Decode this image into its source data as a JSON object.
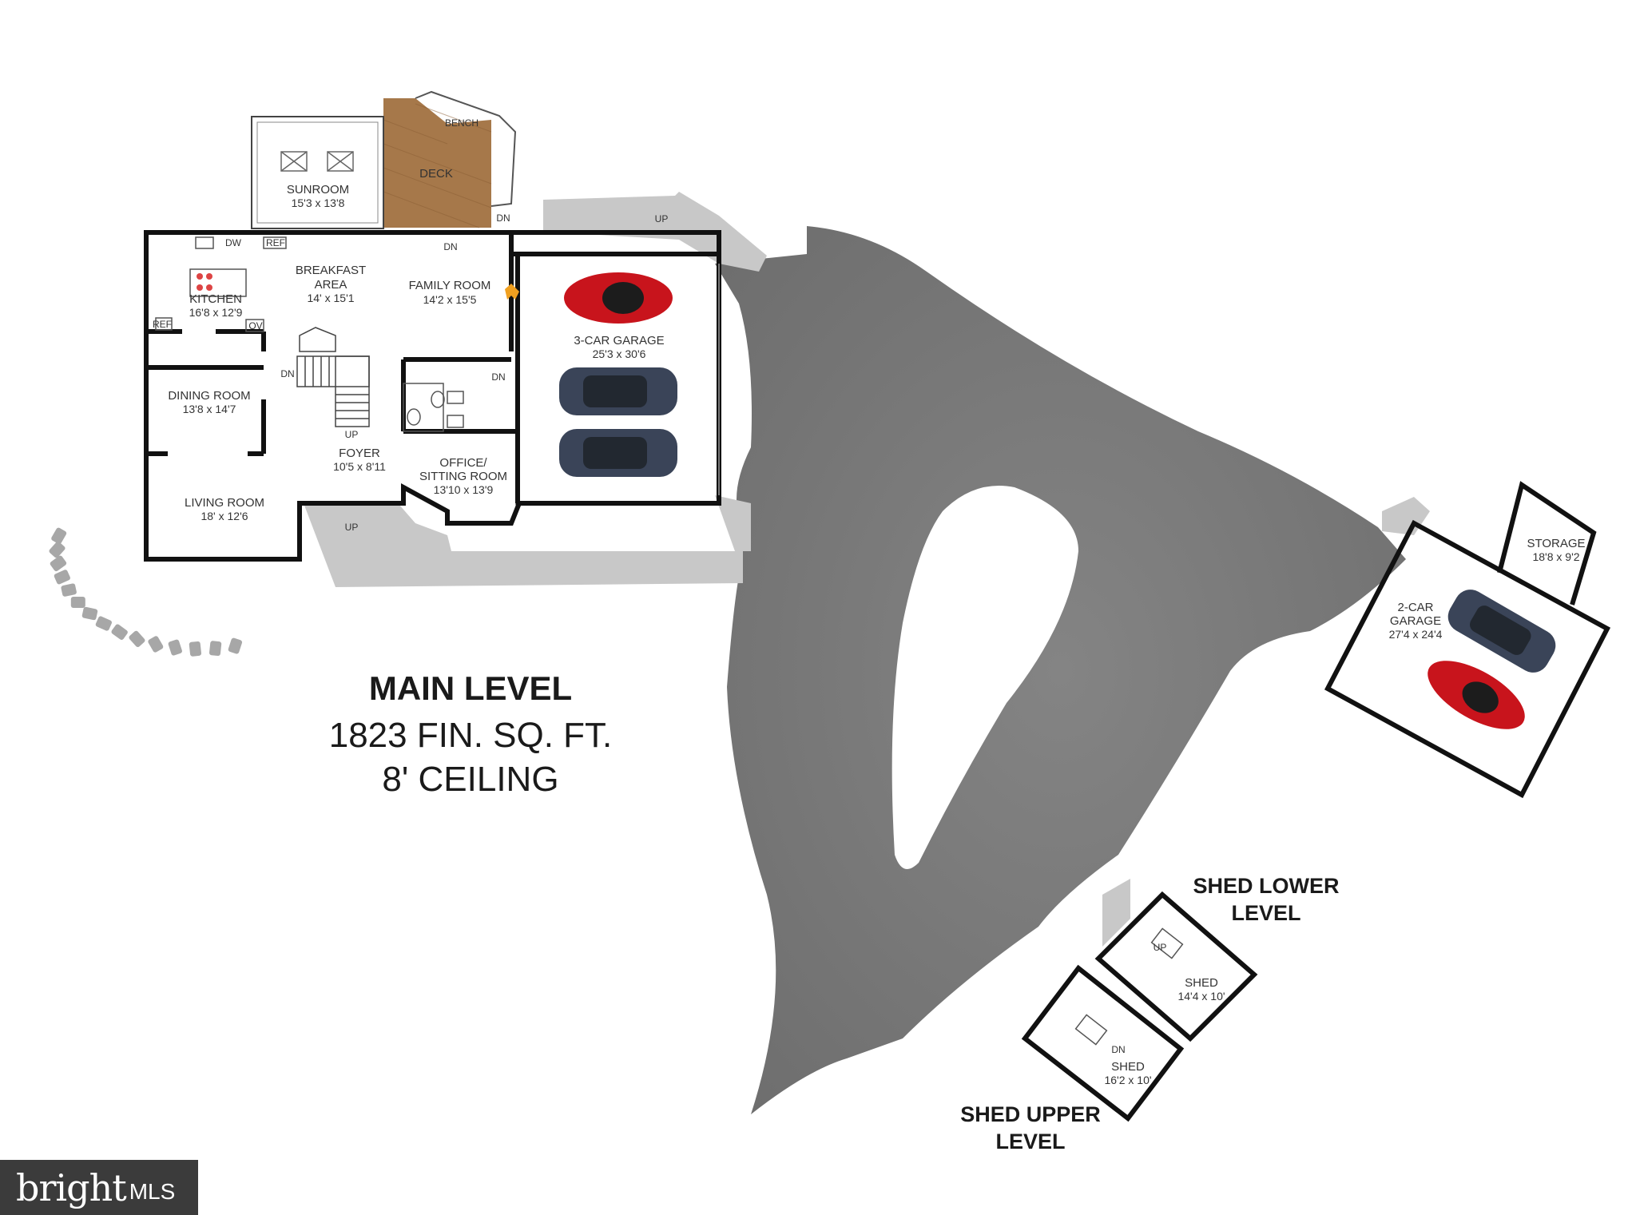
{
  "level": {
    "name": "MAIN LEVEL",
    "area": "1823 FIN. SQ. FT.",
    "ceiling": "8' CEILING"
  },
  "rooms": {
    "sunroom": {
      "name": "SUNROOM",
      "dim": "15'3 x 13'8"
    },
    "deck": {
      "name": "DECK"
    },
    "bench": {
      "name": "BENCH"
    },
    "kitchen": {
      "name": "KITCHEN",
      "dim": "16'8 x 12'9"
    },
    "breakfast": {
      "name1": "BREAKFAST",
      "name2": "AREA",
      "dim": "14' x 15'1"
    },
    "family": {
      "name": "FAMILY ROOM",
      "dim": "14'2 x 15'5"
    },
    "garage3": {
      "name": "3-CAR GARAGE",
      "dim": "25'3 x 30'6"
    },
    "dining": {
      "name": "DINING ROOM",
      "dim": "13'8 x 14'7"
    },
    "foyer": {
      "name": "FOYER",
      "dim": "10'5 x 8'11"
    },
    "office": {
      "name1": "OFFICE/",
      "name2": "SITTING ROOM",
      "dim": "13'10 x 13'9"
    },
    "living": {
      "name": "LIVING ROOM",
      "dim": "18' x 12'6"
    },
    "storage": {
      "name": "STORAGE",
      "dim": "18'8 x 9'2"
    },
    "garage2": {
      "name1": "2-CAR",
      "name2": "GARAGE",
      "dim": "27'4 x 24'4"
    },
    "shed_lower": {
      "name": "SHED",
      "dim": "14'4 x 10'"
    },
    "shed_upper": {
      "name": "SHED",
      "dim": "16'2 x 10'"
    }
  },
  "fixtures": {
    "dw": "DW",
    "ref": "REF",
    "ov": "OV"
  },
  "stairs": {
    "dn": "DN",
    "up": "UP"
  },
  "shed_labels": {
    "lower1": "SHED LOWER",
    "lower2": "LEVEL",
    "upper1": "SHED UPPER",
    "upper2": "LEVEL"
  },
  "watermark": {
    "brand": "bright",
    "suffix": "MLS"
  },
  "colors": {
    "driveway": "#7a7a7a",
    "walkway": "#c8c8c8",
    "deck": "#a6784a",
    "car_red": "#c8141c",
    "car_blue": "#3a4458",
    "wall": "#111111"
  }
}
